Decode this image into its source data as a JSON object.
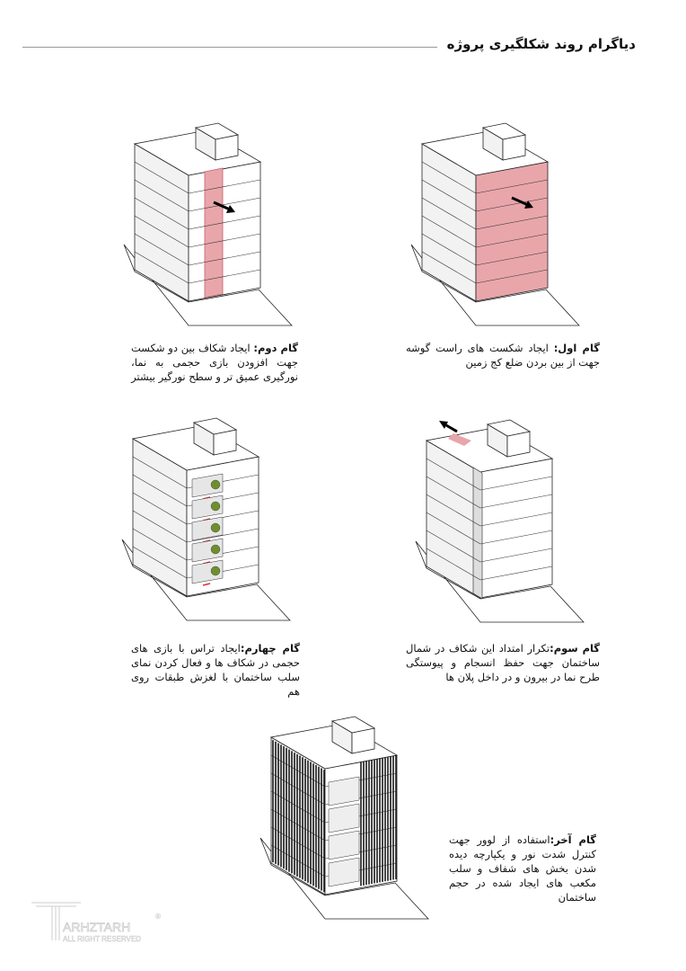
{
  "header": {
    "title": "دیاگرام روند شکلگیری پروژه"
  },
  "colors": {
    "highlight": "#e8a6ab",
    "highlight_edge": "#c4626b",
    "face_left": "#f2f2f2",
    "face_right": "#ffffff",
    "tree": "#6f8f2c",
    "louver": "#1a1a1a"
  },
  "steps": [
    {
      "label": "گام اول:",
      "text": " ایجاد شکست های راست گوشه جهت از بین بردن ضلع کج زمین"
    },
    {
      "label": "گام دوم:",
      "text": " ایجاد شکاف بین دو شکست جهت افزودن بازی حجمی به نما، نورگیری عمیق تر و سطح نورگیر بیشتر"
    },
    {
      "label": "گام سوم:",
      "text": "تکرار امتداد این شکاف در شمال ساختمان جهت حفظ انسجام و پیوستگی طرح نما در بیرون و در داخل پلان ها"
    },
    {
      "label": "گام چهارم:",
      "text": "ایجاد تراس با بازی های حجمی در شکاف ها و فعال کردن نمای سلب ساختمان با لغزش طبقات روی هم"
    },
    {
      "label": "گام آخر:",
      "text": "استفاده از لوور جهت کنترل شدت نور و یکپارچه دیده شدن بخش های شفاف و سلب مکعب های ایجاد شده در حجم ساختمان"
    }
  ],
  "watermark": {
    "brand": "ARHZTARH",
    "sub": "ALL RIGHT RESERVED",
    "mark": "®"
  }
}
